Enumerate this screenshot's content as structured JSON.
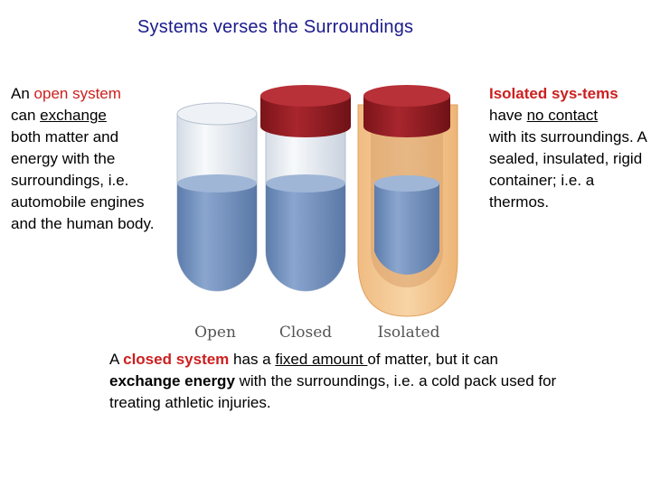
{
  "title": "Systems verses the Surroundings",
  "open_system": {
    "prefix": "An ",
    "term": "open system",
    "line2_pre": "can ",
    "exchange": "exchange ",
    "rest": "both matter and energy with the surroundings, i.e. automobile engines and the human body."
  },
  "isolated_system": {
    "term": "Isolated sys-tems",
    "line2_pre": "have ",
    "no_contact": "no contact",
    "rest": "with its surroundings. A sealed, insulated, rigid container; i.e. a thermos."
  },
  "closed_system": {
    "prefix": "A ",
    "term": "closed system",
    "mid1": " has a ",
    "fixed": "fixed amount ",
    "mid2": "of matter, but it can",
    "exchange_energy": "exchange energy",
    "rest": " with the surroundings, i.e. a cold pack used for treating athletic injuries."
  },
  "figure": {
    "labels": [
      "Open",
      "Closed",
      "Isolated"
    ],
    "colors": {
      "liquid": "#7a98c4",
      "liquid_dark": "#5f7fae",
      "cap": "#9b1e24",
      "cap_top": "#b8323a",
      "insulation": "#f3c690",
      "glass": "#e6ebf2"
    }
  }
}
